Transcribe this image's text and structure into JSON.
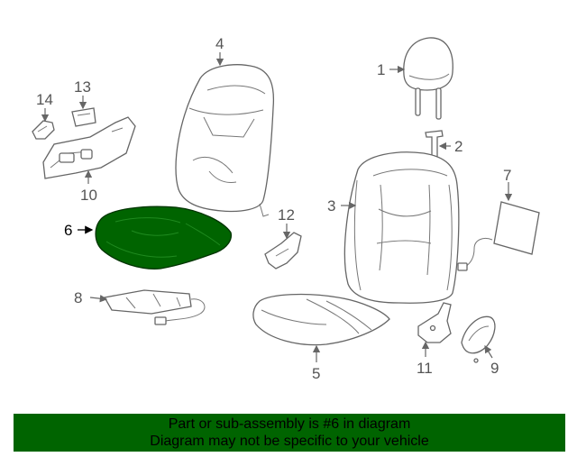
{
  "colors": {
    "highlight": "#006400",
    "banner": "#006400",
    "line": "#666666",
    "text": "#555555"
  },
  "highlighted_part": "6",
  "callouts": [
    {
      "id": "1",
      "label": "1"
    },
    {
      "id": "2",
      "label": "2"
    },
    {
      "id": "3",
      "label": "3"
    },
    {
      "id": "4",
      "label": "4"
    },
    {
      "id": "5",
      "label": "5"
    },
    {
      "id": "6",
      "label": "6"
    },
    {
      "id": "7",
      "label": "7"
    },
    {
      "id": "8",
      "label": "8"
    },
    {
      "id": "9",
      "label": "9"
    },
    {
      "id": "10",
      "label": "10"
    },
    {
      "id": "11",
      "label": "11"
    },
    {
      "id": "12",
      "label": "12"
    },
    {
      "id": "13",
      "label": "13"
    },
    {
      "id": "14",
      "label": "14"
    }
  ],
  "banner": {
    "line1": "Part or sub-assembly is #6 in diagram",
    "line2": "Diagram may not be specific to your vehicle"
  }
}
